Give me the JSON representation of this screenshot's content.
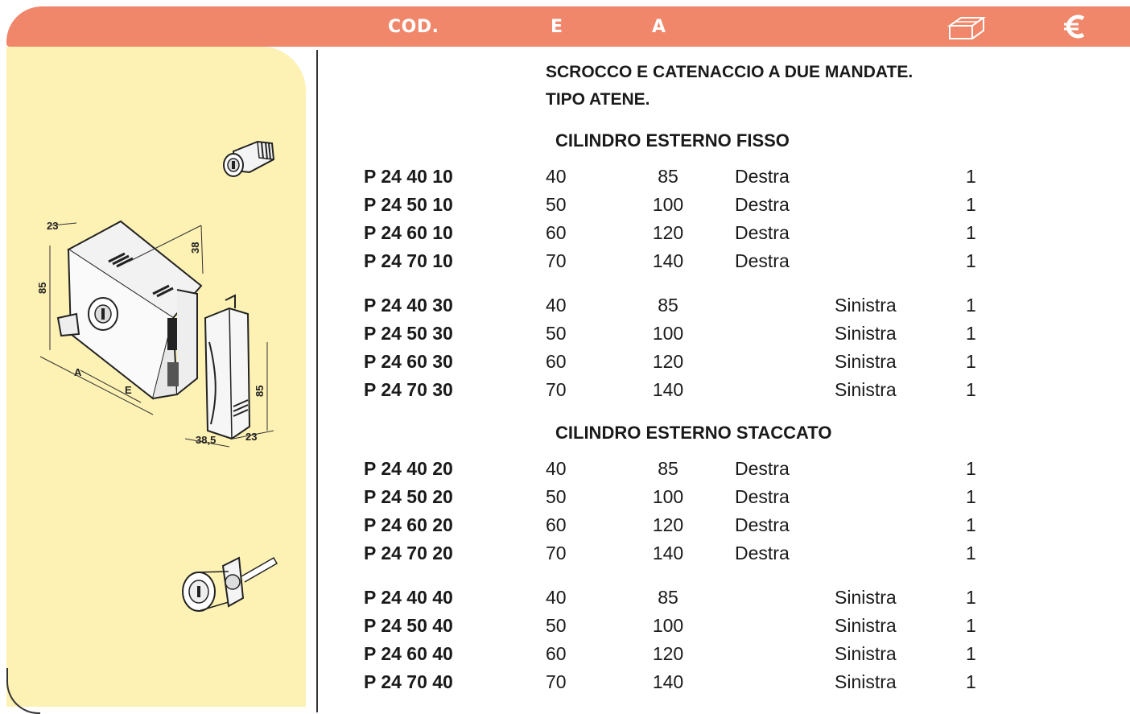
{
  "header": {
    "code_label": "COD.",
    "e_label": "E",
    "a_label": "A",
    "box_icon": "box-icon",
    "price_icon": "euro-icon"
  },
  "title": {
    "line1": "SCROCCO E CATENACCIO A DUE MANDATE.",
    "line2": "TIPO ATENE."
  },
  "figure": {
    "dims": {
      "d23_top": "23",
      "d38": "38",
      "d85_left": "85",
      "dA": "A",
      "dE": "E",
      "d85_right": "85",
      "d38_5": "38,5",
      "d23_bottom": "23"
    }
  },
  "sections": [
    {
      "title": "CILINDRO ESTERNO FISSO",
      "groups": [
        [
          {
            "code": "P 24 40 10",
            "e": "40",
            "a": "85",
            "side": "Destra",
            "qty": "1"
          },
          {
            "code": "P 24 50 10",
            "e": "50",
            "a": "100",
            "side": "Destra",
            "qty": "1"
          },
          {
            "code": "P 24 60 10",
            "e": "60",
            "a": "120",
            "side": "Destra",
            "qty": "1"
          },
          {
            "code": "P 24 70 10",
            "e": "70",
            "a": "140",
            "side": "Destra",
            "qty": "1"
          }
        ],
        [
          {
            "code": "P 24 40 30",
            "e": "40",
            "a": "85",
            "side": "Sinistra",
            "qty": "1"
          },
          {
            "code": "P 24 50 30",
            "e": "50",
            "a": "100",
            "side": "Sinistra",
            "qty": "1"
          },
          {
            "code": "P 24 60 30",
            "e": "60",
            "a": "120",
            "side": "Sinistra",
            "qty": "1"
          },
          {
            "code": "P 24 70 30",
            "e": "70",
            "a": "140",
            "side": "Sinistra",
            "qty": "1"
          }
        ]
      ]
    },
    {
      "title": "CILINDRO ESTERNO STACCATO",
      "groups": [
        [
          {
            "code": "P 24 40 20",
            "e": "40",
            "a": "85",
            "side": "Destra",
            "qty": "1"
          },
          {
            "code": "P 24 50 20",
            "e": "50",
            "a": "100",
            "side": "Destra",
            "qty": "1"
          },
          {
            "code": "P 24 60 20",
            "e": "60",
            "a": "120",
            "side": "Destra",
            "qty": "1"
          },
          {
            "code": "P 24 70 20",
            "e": "70",
            "a": "140",
            "side": "Destra",
            "qty": "1"
          }
        ],
        [
          {
            "code": "P 24 40 40",
            "e": "40",
            "a": "85",
            "side": "Sinistra",
            "qty": "1"
          },
          {
            "code": "P 24 50 40",
            "e": "50",
            "a": "100",
            "side": "Sinistra",
            "qty": "1"
          },
          {
            "code": "P 24 60 40",
            "e": "60",
            "a": "120",
            "side": "Sinistra",
            "qty": "1"
          },
          {
            "code": "P 24 70 40",
            "e": "70",
            "a": "140",
            "side": "Sinistra",
            "qty": "1"
          }
        ]
      ]
    }
  ],
  "colors": {
    "header_bg": "#f0866a",
    "sidebar_bg": "#fdf1b4"
  }
}
